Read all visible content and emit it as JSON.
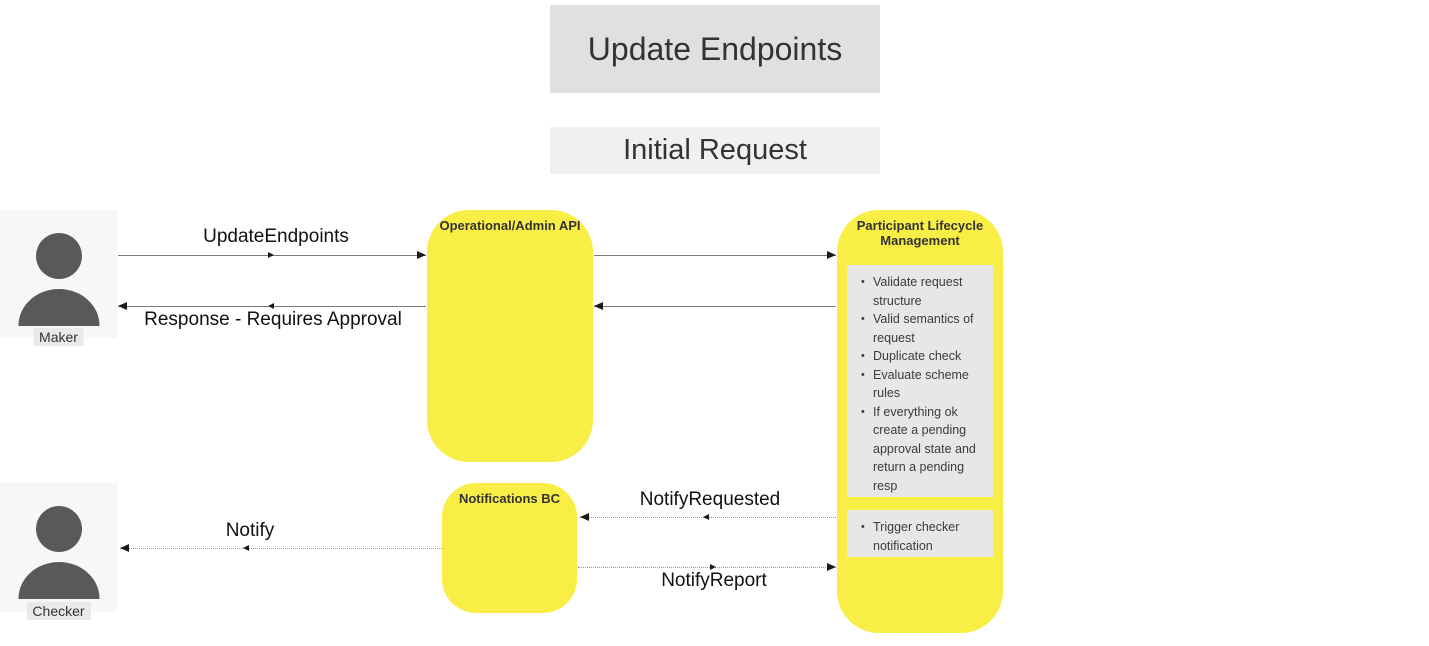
{
  "diagram": {
    "title": "Update Endpoints",
    "subtitle": "Initial Request"
  },
  "actors": {
    "maker": {
      "label": "Maker"
    },
    "checker": {
      "label": "Checker"
    }
  },
  "components": {
    "admin_api": {
      "title": "Operational/Admin API"
    },
    "plm": {
      "title": "Participant Lifecycle Management",
      "validation_steps": [
        "Validate request structure",
        "Valid semantics of request",
        "Duplicate check",
        "Evaluate scheme rules",
        "If everything ok create a pending approval state and return a pending resp"
      ],
      "notification_steps": [
        "Trigger checker notification"
      ]
    },
    "notifications_bc": {
      "title": "Notifications BC"
    }
  },
  "messages": {
    "update_endpoints": "UpdateEndpoints",
    "response_requires_approval": "Response - Requires Approval",
    "notify_requested": "NotifyRequested",
    "notify": "Notify",
    "notify_report": "NotifyReport"
  },
  "colors": {
    "component_fill": "#F8EE46",
    "panel_fill": "#E7E7E7",
    "title_box_fill": "#E0E0E0",
    "subtitle_box_fill": "#F0F0F0",
    "actor_fill": "#F7F7F7",
    "actor_icon": "#595959",
    "label_bg": "#E9E9E9",
    "solid_line": "#7A7A7A",
    "dotted_line": "#999999",
    "arrowhead": "#1A1A1A",
    "text_dark": "#333333",
    "message_text": "#111111"
  }
}
